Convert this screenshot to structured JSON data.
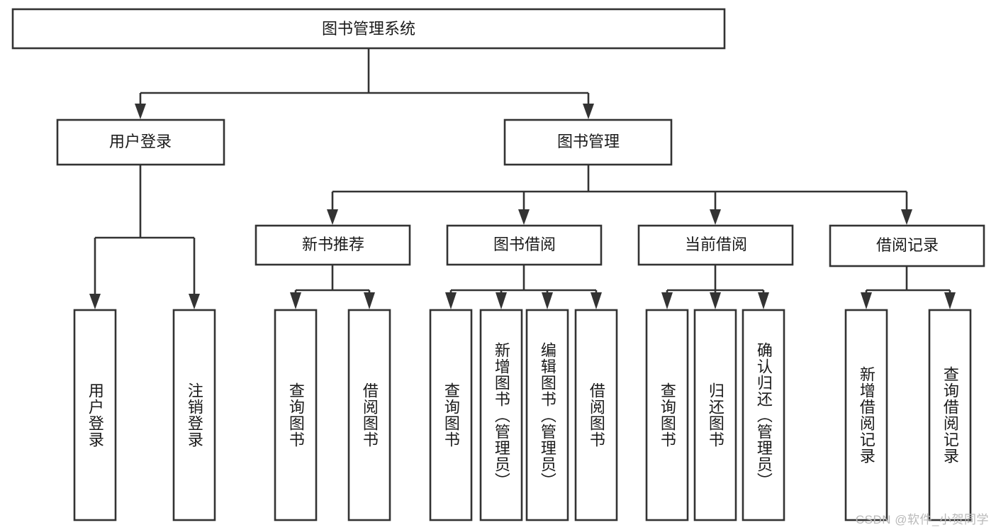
{
  "diagram": {
    "type": "tree-hierarchy-flowchart",
    "title": "图书管理系统",
    "orientation": "top-down",
    "box_fill": "#ffffff",
    "stroke_color": "#333333",
    "text_color": "#1a1a1a",
    "background": "#ffffff",
    "levels": 4,
    "nodes": {
      "root": {
        "id": "root",
        "label": "图书管理系统",
        "level": 1,
        "text_direction": "horizontal"
      },
      "l2": [
        {
          "id": "user-login",
          "label": "用户登录",
          "level": 2,
          "text_direction": "horizontal"
        },
        {
          "id": "book-manage",
          "label": "图书管理",
          "level": 2,
          "text_direction": "horizontal"
        }
      ],
      "l3": [
        {
          "id": "new-book-recommend",
          "label": "新书推荐",
          "level": 3,
          "text_direction": "horizontal",
          "parent": "book-manage"
        },
        {
          "id": "book-borrow",
          "label": "图书借阅",
          "level": 3,
          "text_direction": "horizontal",
          "parent": "book-manage"
        },
        {
          "id": "current-borrow",
          "label": "当前借阅",
          "level": 3,
          "text_direction": "horizontal",
          "parent": "book-manage"
        },
        {
          "id": "borrow-record",
          "label": "借阅记录",
          "level": 3,
          "text_direction": "horizontal",
          "parent": "book-manage"
        }
      ],
      "leaves": [
        {
          "id": "leaf-user-login",
          "label": "用户登录",
          "parent": "user-login",
          "text_direction": "vertical"
        },
        {
          "id": "leaf-user-logout",
          "label": "注销登录",
          "parent": "user-login",
          "text_direction": "vertical"
        },
        {
          "id": "leaf-query-book-1",
          "label": "查询图书",
          "parent": "new-book-recommend",
          "text_direction": "vertical"
        },
        {
          "id": "leaf-borrow-book-1",
          "label": "借阅图书",
          "parent": "new-book-recommend",
          "text_direction": "vertical"
        },
        {
          "id": "leaf-query-book-2",
          "label": "查询图书",
          "parent": "book-borrow",
          "text_direction": "vertical"
        },
        {
          "id": "leaf-add-book",
          "label": "新增图书（管理员）",
          "parent": "book-borrow",
          "text_direction": "vertical"
        },
        {
          "id": "leaf-edit-book",
          "label": "编辑图书（管理员）",
          "parent": "book-borrow",
          "text_direction": "vertical"
        },
        {
          "id": "leaf-borrow-book-2",
          "label": "借阅图书",
          "parent": "book-borrow",
          "text_direction": "vertical"
        },
        {
          "id": "leaf-query-book-3",
          "label": "查询图书",
          "parent": "current-borrow",
          "text_direction": "vertical"
        },
        {
          "id": "leaf-return-book",
          "label": "归还图书",
          "parent": "current-borrow",
          "text_direction": "vertical"
        },
        {
          "id": "leaf-confirm-return",
          "label": "确认归还（管理员）",
          "parent": "current-borrow",
          "text_direction": "vertical"
        },
        {
          "id": "leaf-add-record",
          "label": "新增借阅记录",
          "parent": "borrow-record",
          "text_direction": "vertical"
        },
        {
          "id": "leaf-query-record",
          "label": "查询借阅记录",
          "parent": "borrow-record",
          "text_direction": "vertical"
        }
      ]
    }
  },
  "watermark": {
    "text": "CSDN @软件_小贺同学",
    "color": "#b9b9b9"
  }
}
